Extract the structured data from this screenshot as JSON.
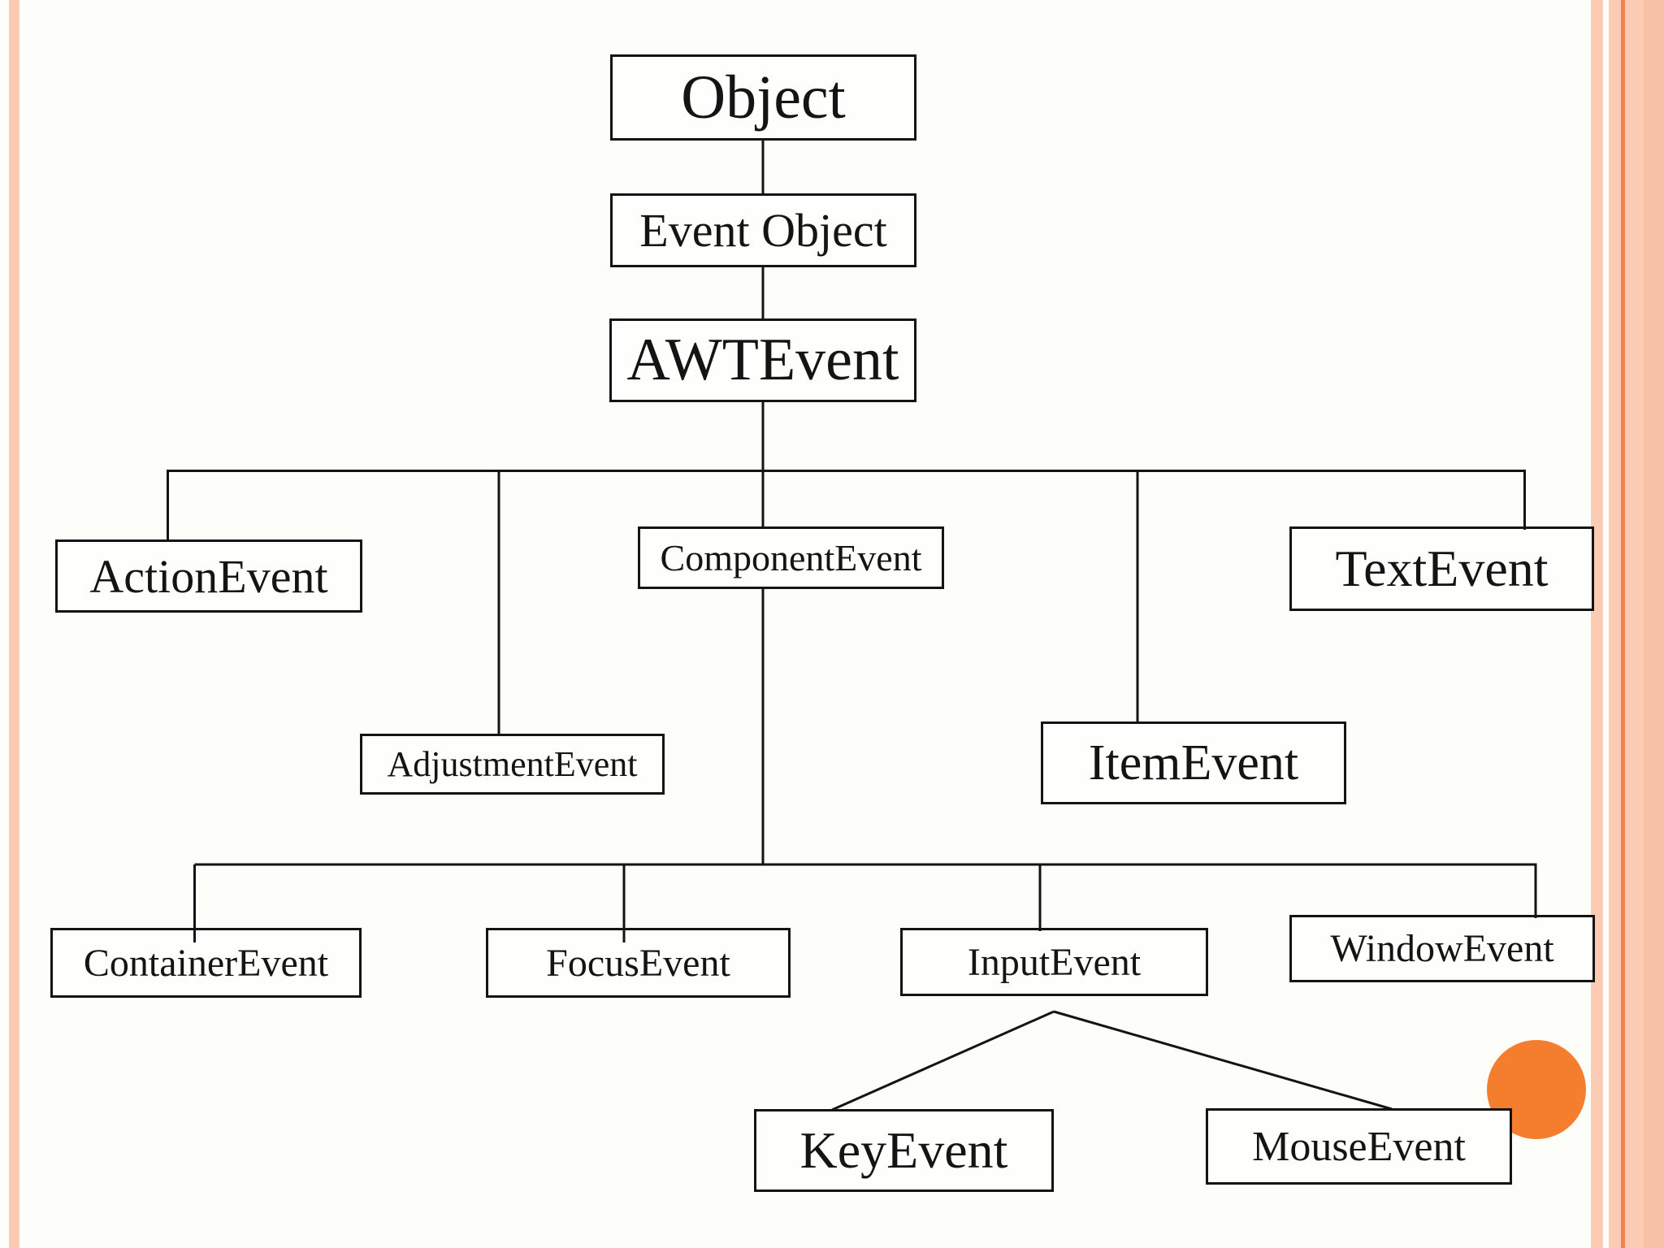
{
  "colors": {
    "bg": "#fdfef9",
    "ink": "#141414",
    "box-fill": "#fefefc",
    "stripe": "#fbcbb3",
    "stripe-dark": "#f7c1a6",
    "accent-line": "#ef8450",
    "circle": "#f57e2e"
  },
  "nodes": {
    "object": {
      "label": "Object"
    },
    "event_object": {
      "label": "Event Object"
    },
    "awt_event": {
      "label": "AWTEvent"
    },
    "action_event": {
      "label": "ActionEvent"
    },
    "component_event": {
      "label": "ComponentEvent"
    },
    "text_event": {
      "label": "TextEvent"
    },
    "adjustment_event": {
      "label": "AdjustmentEvent"
    },
    "item_event": {
      "label": "ItemEvent"
    },
    "container_event": {
      "label": "ContainerEvent"
    },
    "focus_event": {
      "label": "FocusEvent"
    },
    "input_event": {
      "label": "InputEvent"
    },
    "window_event": {
      "label": "WindowEvent"
    },
    "key_event": {
      "label": "KeyEvent"
    },
    "mouse_event": {
      "label": "MouseEvent"
    }
  },
  "edges": [
    [
      "Object",
      "Event Object"
    ],
    [
      "Event Object",
      "AWTEvent"
    ],
    [
      "AWTEvent",
      "ActionEvent"
    ],
    [
      "AWTEvent",
      "AdjustmentEvent"
    ],
    [
      "AWTEvent",
      "ComponentEvent"
    ],
    [
      "AWTEvent",
      "ItemEvent"
    ],
    [
      "AWTEvent",
      "TextEvent"
    ],
    [
      "ComponentEvent",
      "ContainerEvent"
    ],
    [
      "ComponentEvent",
      "FocusEvent"
    ],
    [
      "ComponentEvent",
      "InputEvent"
    ],
    [
      "ComponentEvent",
      "WindowEvent"
    ],
    [
      "InputEvent",
      "KeyEvent"
    ],
    [
      "InputEvent",
      "MouseEvent"
    ]
  ]
}
